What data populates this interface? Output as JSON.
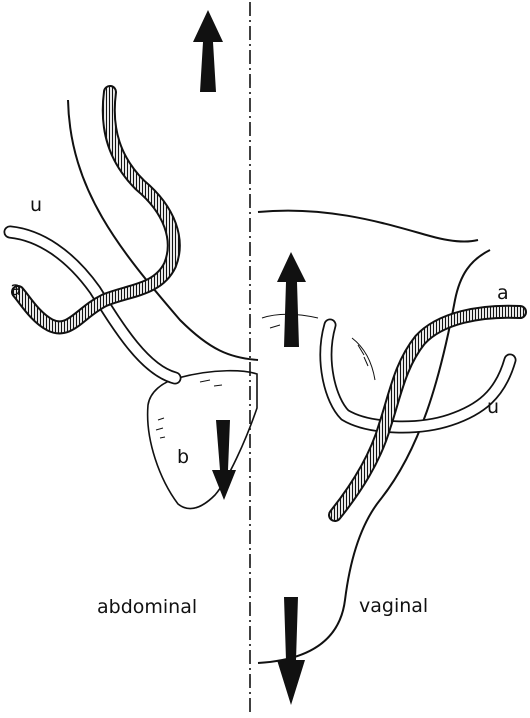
{
  "labels": {
    "ureter_left": "u",
    "artery_left": "a",
    "bladder": "b",
    "artery_right": "a",
    "ureter_right": "u",
    "side_left": "abdominal",
    "side_right": "vaginal"
  },
  "colors": {
    "ink": "#111111",
    "paper": "#ffffff"
  }
}
